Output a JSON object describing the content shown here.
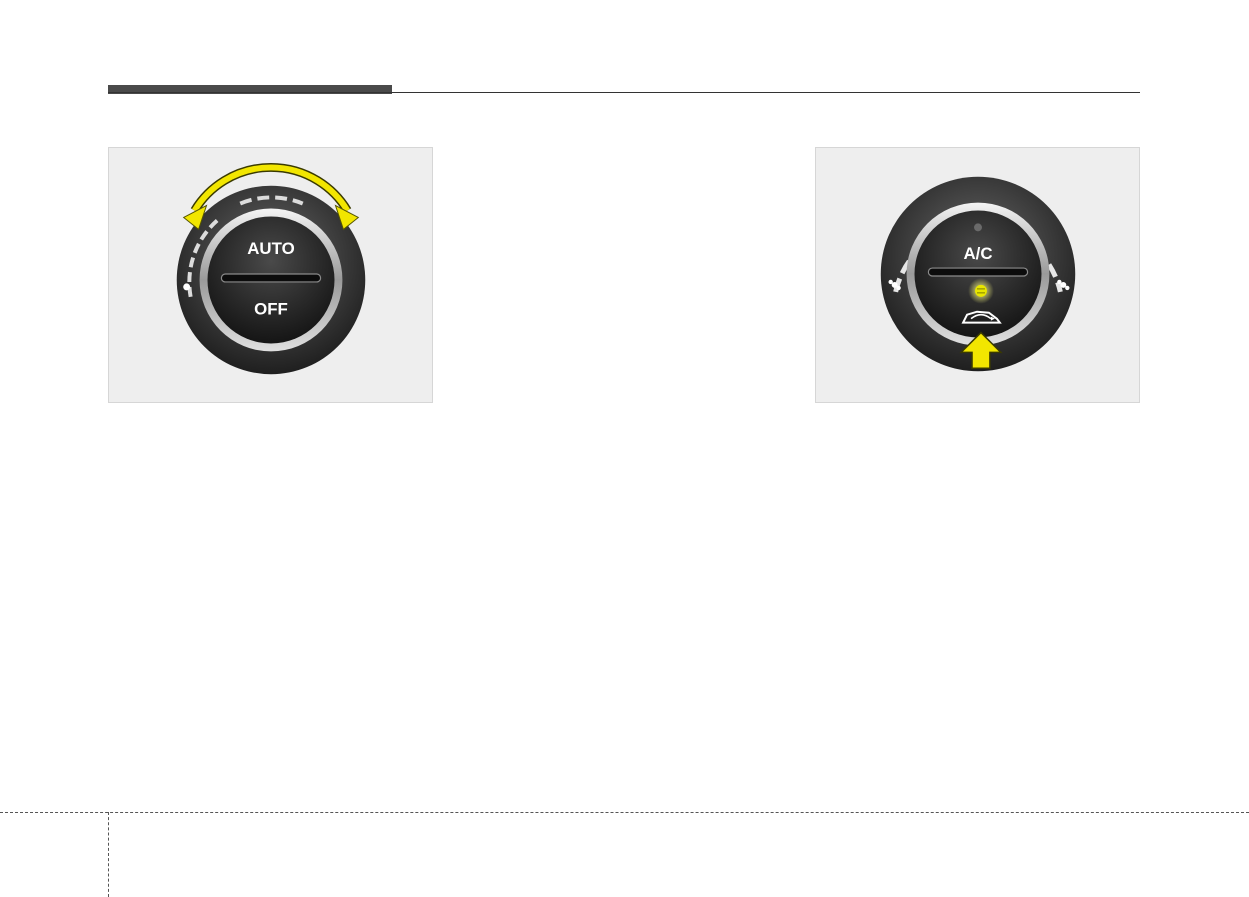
{
  "figures": {
    "left": {
      "top_label": "AUTO",
      "bottom_label": "OFF",
      "arrow_color": "#f2e600",
      "arrow_icon": "rotate-both-ways-arrow-icon"
    },
    "right": {
      "top_label": "A/C",
      "indicator_icon": "recirculation-car-icon",
      "indicator_light_color": "#e8e600",
      "arrow_color": "#f2e600",
      "arrow_icon": "up-arrow-icon",
      "fan_icon": "fan-icon"
    }
  },
  "colors": {
    "header_bar": "#4a4a4a",
    "panel_bg": "#eeeeee"
  }
}
